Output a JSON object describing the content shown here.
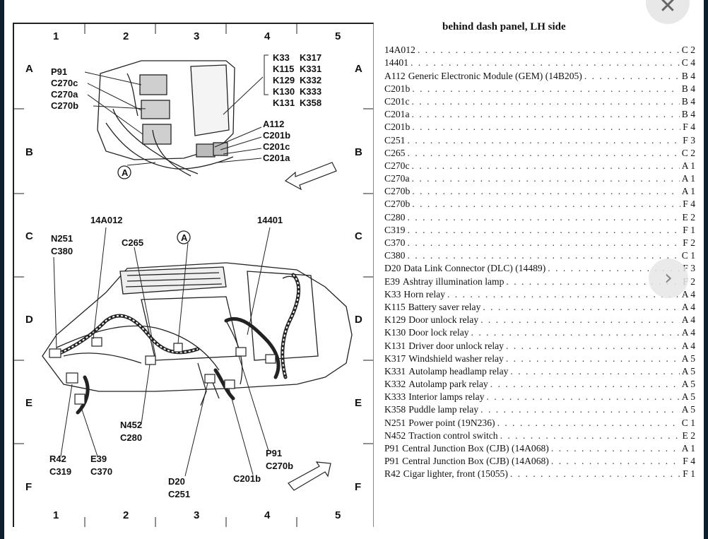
{
  "viewer": {
    "close_icon": "close-icon",
    "next_icon": "chevron-right-icon"
  },
  "diagram": {
    "columns": [
      "1",
      "2",
      "3",
      "4",
      "5"
    ],
    "rows": [
      "A",
      "B",
      "C",
      "D",
      "E",
      "F"
    ],
    "callouts_top": {
      "p91": "P91",
      "c270c": "C270c",
      "c270a": "C270a",
      "c270b": "C270b",
      "k33": "K33",
      "k317": "K317",
      "k115": "K115",
      "k331": "K331",
      "k129": "K129",
      "k332": "K332",
      "k130": "K130",
      "k333": "K333",
      "k131": "K131",
      "k358": "K358",
      "a112": "A112",
      "c201b": "C201b",
      "c201c": "C201c",
      "c201a": "C201a",
      "circle_a": "A"
    },
    "callouts_bottom": {
      "c14a012": "14A012",
      "c14401": "14401",
      "n251": "N251",
      "c380": "C380",
      "c265": "C265",
      "circle_a": "A",
      "n452": "N452",
      "c280": "C280",
      "r42": "R42",
      "c319": "C319",
      "e39": "E39",
      "c370": "C370",
      "d20": "D20",
      "c251": "C251",
      "c201b": "C201b",
      "p91": "P91",
      "c270b": "C270b"
    }
  },
  "index": {
    "title": "behind dash panel, LH side",
    "rows": [
      {
        "code": "14A012",
        "desc": "",
        "grid": "C 2"
      },
      {
        "code": "14401",
        "desc": "",
        "grid": "C 4"
      },
      {
        "code": "A112",
        "desc": "Generic Electronic Module (GEM) (14B205)",
        "grid": "B 4"
      },
      {
        "code": "C201b",
        "desc": "",
        "grid": "B 4"
      },
      {
        "code": "C201c",
        "desc": "",
        "grid": "B 4"
      },
      {
        "code": "C201a",
        "desc": "",
        "grid": "B 4"
      },
      {
        "code": "C201b",
        "desc": "",
        "grid": "F 4"
      },
      {
        "code": "C251",
        "desc": "",
        "grid": "F 3"
      },
      {
        "code": "C265",
        "desc": "",
        "grid": "C 2"
      },
      {
        "code": "C270c",
        "desc": "",
        "grid": "A 1"
      },
      {
        "code": "C270a",
        "desc": "",
        "grid": "A 1"
      },
      {
        "code": "C270b",
        "desc": "",
        "grid": "A 1"
      },
      {
        "code": "C270b",
        "desc": "",
        "grid": "F 4"
      },
      {
        "code": "C280",
        "desc": "",
        "grid": "E 2"
      },
      {
        "code": "C319",
        "desc": "",
        "grid": "F 1"
      },
      {
        "code": "C370",
        "desc": "",
        "grid": "F 2"
      },
      {
        "code": "C380",
        "desc": "",
        "grid": "C 1"
      },
      {
        "code": "D20",
        "desc": "Data Link Connector (DLC) (14489)",
        "grid": "F 3"
      },
      {
        "code": "E39",
        "desc": "Ashtray illumination lamp",
        "grid": "F 2"
      },
      {
        "code": "K33",
        "desc": "Horn relay",
        "grid": "A 4"
      },
      {
        "code": "K115",
        "desc": "Battery saver relay",
        "grid": "A 4"
      },
      {
        "code": "K129",
        "desc": "Door unlock relay",
        "grid": "A 4"
      },
      {
        "code": "K130",
        "desc": "Door lock relay",
        "grid": "A 4"
      },
      {
        "code": "K131",
        "desc": "Driver door unlock relay",
        "grid": "A 4"
      },
      {
        "code": "K317",
        "desc": "Windshield washer relay",
        "grid": "A 5"
      },
      {
        "code": "K331",
        "desc": "Autolamp headlamp relay",
        "grid": "A 5"
      },
      {
        "code": "K332",
        "desc": "Autolamp park relay",
        "grid": "A 5"
      },
      {
        "code": "K333",
        "desc": "Interior lamps relay",
        "grid": "A 5"
      },
      {
        "code": "K358",
        "desc": "Puddle lamp relay",
        "grid": "A 5"
      },
      {
        "code": "N251",
        "desc": "Power point (19N236)",
        "grid": "C 1"
      },
      {
        "code": "N452",
        "desc": "Traction control switch",
        "grid": "E 2"
      },
      {
        "code": "P91",
        "desc": "Central Junction Box (CJB) (14A068)",
        "grid": "A 1"
      },
      {
        "code": "P91",
        "desc": "Central Junction Box (CJB) (14A068)",
        "grid": "F 4"
      },
      {
        "code": "R42",
        "desc": "Cigar lighter, front (15055)",
        "grid": "F 1"
      }
    ]
  }
}
